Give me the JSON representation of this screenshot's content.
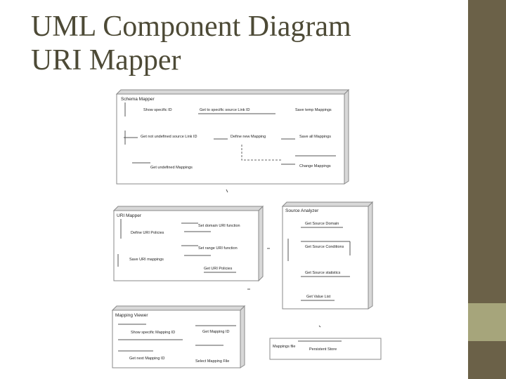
{
  "title": {
    "line1": "UML Component Diagram",
    "line2": "URI Mapper"
  },
  "colors": {
    "title": "#4d4a36",
    "stripe_dark": "#6b6148",
    "stripe_light": "#a6a57b"
  },
  "schema_mapper": {
    "name": "Schema Mapper",
    "items": [
      "Show specific ID",
      "Get to specific source Link ID",
      "Save temp Mappings",
      "Get not undefined source Link ID",
      "Define new Mapping",
      "Save all Mappings",
      "Get undefined Mappings",
      "Change Mappings"
    ]
  },
  "uri_mapper": {
    "name": "URI Mapper",
    "items": [
      "Set domain URI function",
      "Define URI Policies",
      "Set range URI function",
      "Save URI mappings",
      "Get URI Policies"
    ]
  },
  "source_analyzer": {
    "name": "Source Analyzer",
    "items": [
      "Get Source Domain",
      "Get Source Conditions",
      "Get Source statistics",
      "Get Value List"
    ]
  },
  "mapping_viewer": {
    "name": "Mapping Viewer",
    "items": [
      "Show specific Mapping ID",
      "Get Mapping ID",
      "Get next Mapping ID",
      "Select Mapping File"
    ]
  },
  "persistent": {
    "label": "Mappings file",
    "item": "Persistent Store"
  }
}
